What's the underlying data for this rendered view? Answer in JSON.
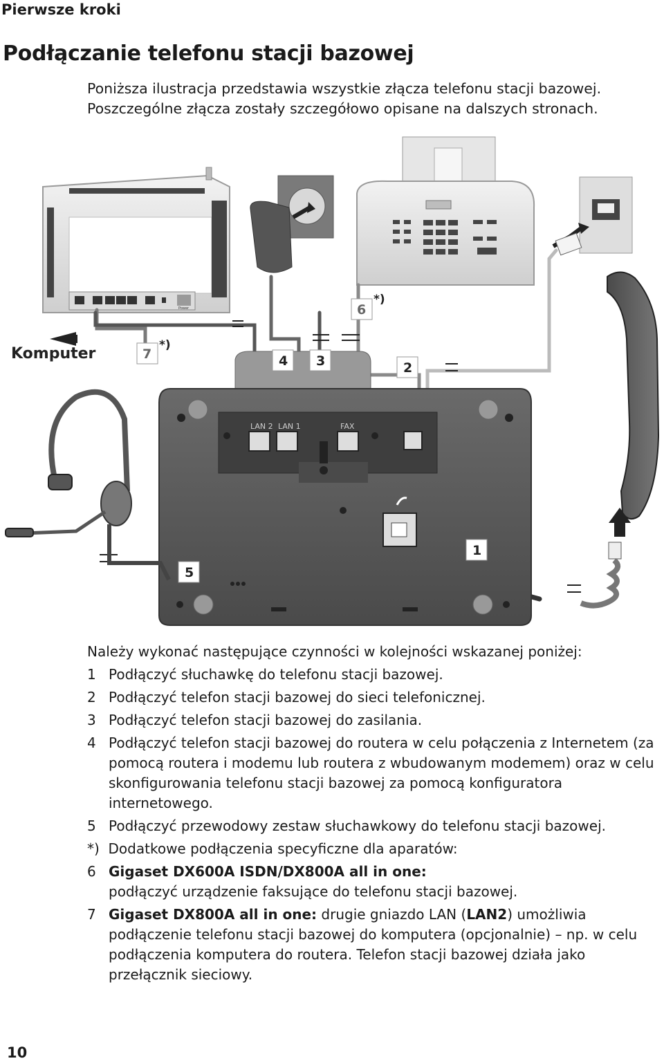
{
  "header": "Pierwsze kroki",
  "title": "Podłączanie telefonu stacji bazowej",
  "intro": [
    "Poniższa ilustracja przedstawia wszystkie złącza telefonu stacji bazowej.",
    "Poszczególne złącza zostały szczegółowo opisane na dalszych stronach."
  ],
  "figure": {
    "komputer": "Komputer",
    "callouts": [
      "1",
      "2",
      "3",
      "4",
      "5",
      "6",
      "7"
    ],
    "asterisk": "*)",
    "port_labels": {
      "lan2": "LAN 2",
      "lan1": "LAN 1",
      "fax": "FAX",
      "power": "Power"
    }
  },
  "lead": "Należy wykonać następujące czynności w kolejności wskazanej poniżej:",
  "steps": [
    {
      "num": "1",
      "text": "Podłączyć słuchawkę do telefonu stacji bazowej."
    },
    {
      "num": "2",
      "text": "Podłączyć telefon stacji bazowej do sieci telefonicznej."
    },
    {
      "num": "3",
      "text": "Podłączyć telefon stacji bazowej do zasilania."
    },
    {
      "num": "4",
      "text": "Podłączyć telefon stacji bazowej do routera w celu połączenia z Internetem (za pomocą routera i modemu lub routera z wbudowanym modemem) oraz w celu skonfigurowania telefonu stacji bazowej za pomocą konfiguratora internetowego."
    },
    {
      "num": "5",
      "text": "Podłączyć przewodowy zestaw słuchawkowy do telefonu stacji bazowej."
    }
  ],
  "note": {
    "marker": "*)",
    "text": "Dodatkowe podłączenia specyficzne dla aparatów:"
  },
  "extras": [
    {
      "num": "6",
      "bold": "Gigaset DX600A ISDN/DX800A all in one:",
      "text": "podłączyć urządzenie faksujące do telefonu stacji bazowej."
    },
    {
      "num": "7",
      "bold": "Gigaset DX800A all in one:",
      "text1": " drugie gniazdo LAN (",
      "bold2": "LAN2",
      "text2": ") umożliwia podłączenie telefonu stacji bazowej do komputera (opcjonalnie) – np. w celu podłączenia komputera do routera. Telefon stacji bazowej działa jako przełącznik sieciowy."
    }
  ],
  "page_number": "10"
}
